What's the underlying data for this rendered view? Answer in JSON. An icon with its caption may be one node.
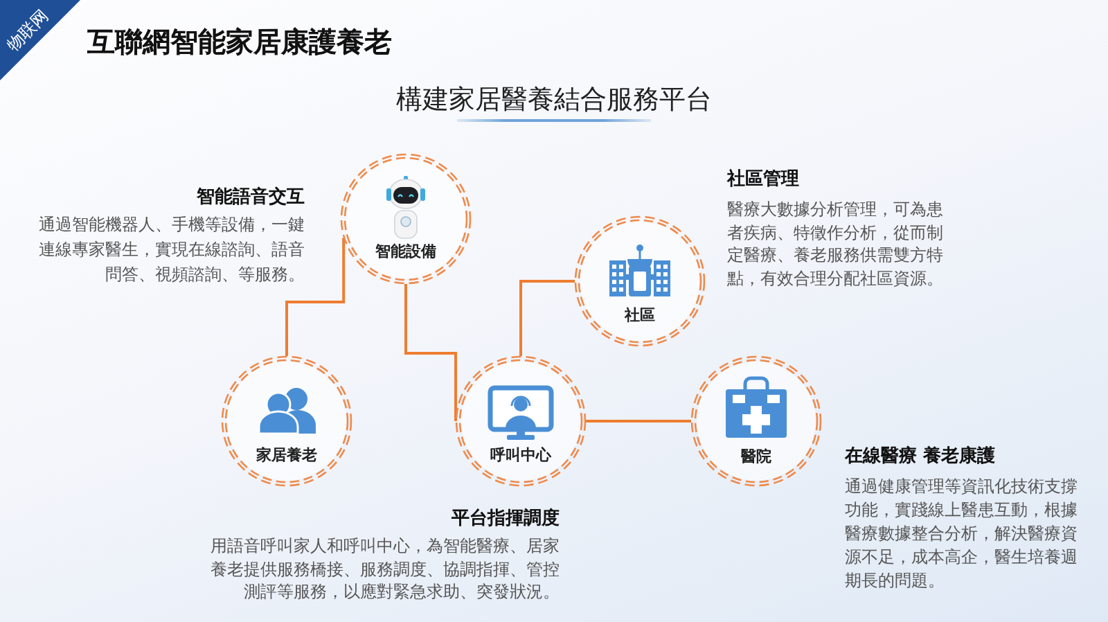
{
  "diagram": {
    "title": "互聯網智能家居康護養老",
    "nodes": [
      {
        "text": [
          "智能設備"
        ],
        "beside": [
          "智能語音交互",
          "通過智能機器人、手機等設備，一鍵連線專家醫生，實現在線諮詢、語音問答、視頻諮詢、等服務。"
        ]
      },
      {
        "text": [
          "社區"
        ],
        "beside": [
          "社區管理",
          "醫療大數據分析管理，可為患者疾病、特徵作分析，從而制定醫療、養老服務供需雙方特點，有效合理分配社區資源。"
        ]
      },
      {
        "text": [
          "家居養老"
        ]
      },
      {
        "text": [
          "呼叫中心"
        ],
        "beside": [
          "平台指揮調度",
          "用語音呼叫家人和呼叫中心，為智能醫療、居家養老提供服務橋接、服務調度、協調指揮、管控測評等服務，以應對緊急求助、突發狀況。"
        ]
      },
      {
        "text": [
          "醫院"
        ],
        "beside": [
          "在線醫療 養老康護",
          "通過健康管理等資訊化技術支撐功能，實踐線上醫患互動，根據醫療數據整合分析，解決醫療資源不足，成本高企，醫生培養週期長的問題。"
        ]
      }
    ],
    "edges": [
      {
        "from": 0,
        "to": 2,
        "arrow": "none"
      },
      {
        "from": 0,
        "to": 3,
        "arrow": "none"
      },
      {
        "from": 3,
        "to": 1,
        "arrow": "none"
      },
      {
        "from": 3,
        "to": 4,
        "arrow": "none"
      }
    ],
    "labels": [
      "物联网",
      "構建家居醫養結合服務平台"
    ]
  }
}
